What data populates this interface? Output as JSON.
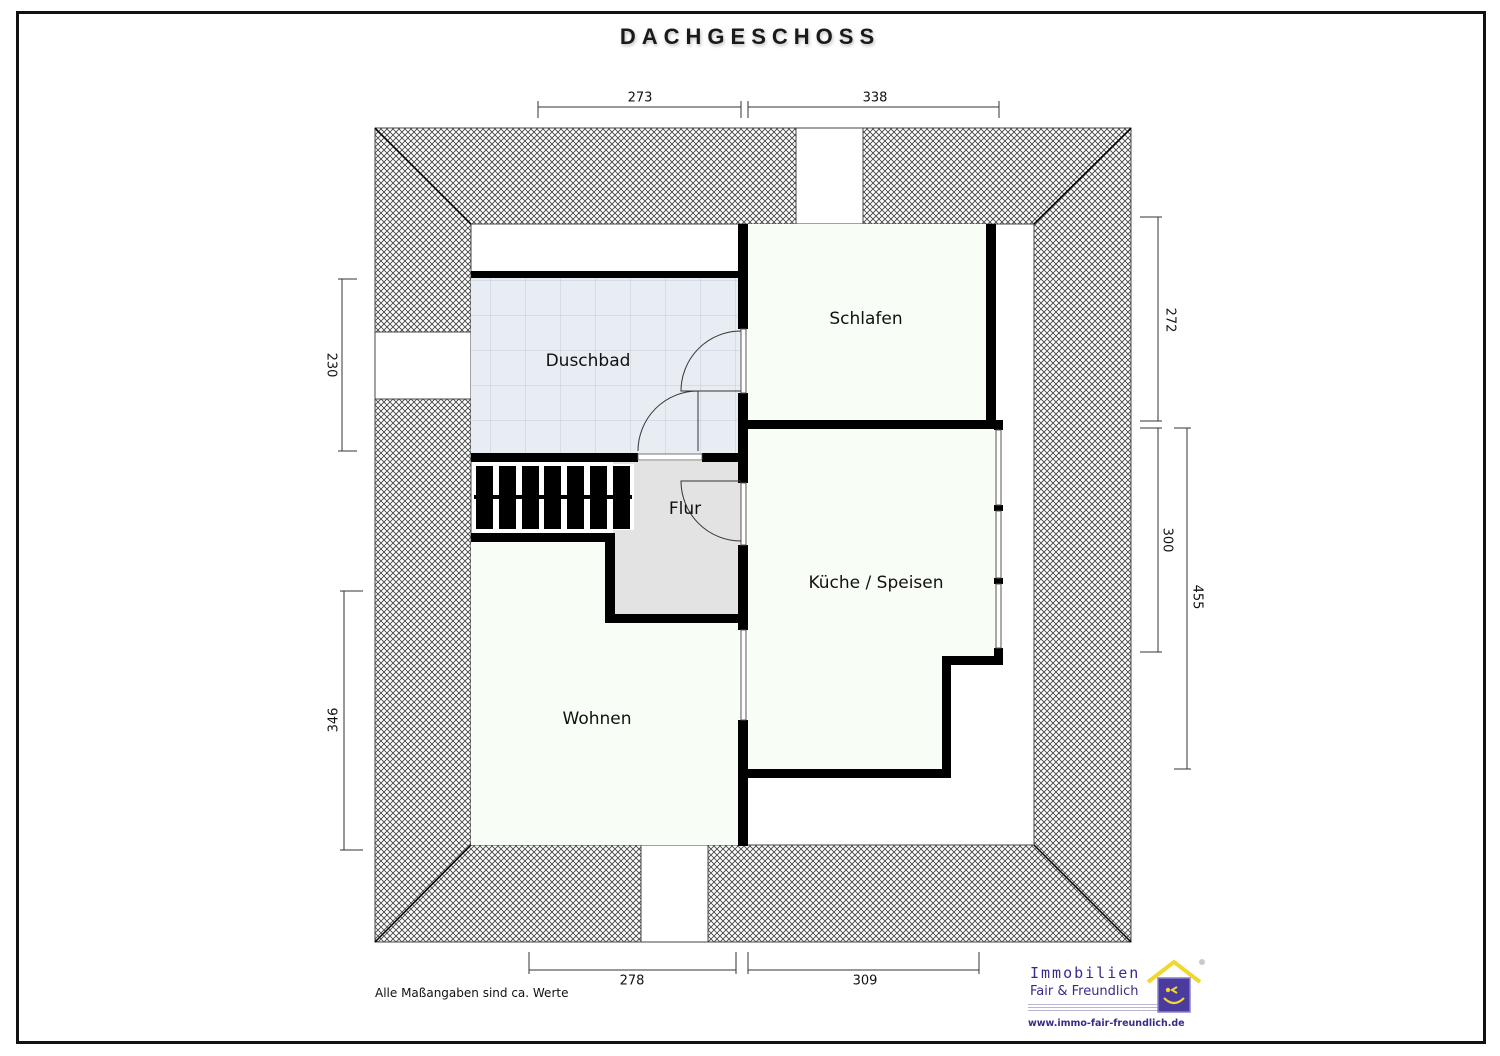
{
  "title": "DACHGESCHOSS",
  "rooms": {
    "duschbad": "Duschbad",
    "schlafen": "Schlafen",
    "flur": "Flur",
    "kueche": "Küche / Speisen",
    "wohnen": "Wohnen"
  },
  "dimensions": {
    "top_left": "273",
    "top_right": "338",
    "bottom_left": "278",
    "bottom_right": "309",
    "left_upper": "230",
    "left_lower": "346",
    "right_upper": "272",
    "right_middle": "300",
    "right_outer": "455"
  },
  "note": "Alle Maßangaben sind ca. Werte",
  "logo": {
    "line1": "Immobilien",
    "line2": "Fair & Freundlich",
    "url": "www.immo-fair-freundlich.de",
    "icon": "smiling-house-icon",
    "colors": {
      "text": "#3a2a8c",
      "roof": "#f2d730",
      "house": "#4b3b9e"
    }
  },
  "colors": {
    "wall": "#000000",
    "room_fill": "#f8fdf6",
    "flur_fill": "#e3e3e3",
    "bath_fill": "#e9eef5",
    "roof_hatch": "#555555"
  }
}
